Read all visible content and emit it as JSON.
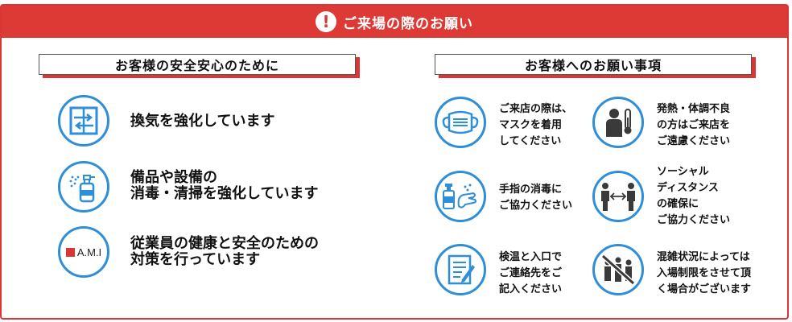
{
  "banner": {
    "icon": "!",
    "title": "ご来場の際のお願い"
  },
  "left": {
    "heading": "お客様の安全安心のために",
    "items": [
      {
        "icon": "window-ventilation-icon",
        "text": "換気を強化しています"
      },
      {
        "icon": "spray-bottle-icon",
        "text": "備品や設備の\n消毒・清掃を強化しています"
      },
      {
        "icon": "ami-logo-icon",
        "logo_text": "A.M.I",
        "text": "従業員の健康と安全のための\n対策を行っています"
      }
    ]
  },
  "right": {
    "heading": "お客様へのお願い事項",
    "items": [
      {
        "icon": "mask-icon",
        "text": "ご来店の際は、\nマスクを着用\nしてください"
      },
      {
        "icon": "fever-thermometer-icon",
        "text": "発熱・体調不良\nの方はご来店を\nご遠慮ください"
      },
      {
        "icon": "hand-sanitizer-icon",
        "text": "手指の消毒に\nご協力ください"
      },
      {
        "icon": "social-distance-icon",
        "text": "ソーシャル\nディスタンス\nの確保に\nご協力ください"
      },
      {
        "icon": "checklist-icon",
        "text": "検温と入口で\nご連絡先をご\n記入ください"
      },
      {
        "icon": "no-crowd-icon",
        "text": "混雑状況によっては\n入場制限をさせて頂\nく場合がございます"
      }
    ]
  },
  "colors": {
    "accent_red": "#dd3a36",
    "icon_blue": "#2e8ed8"
  }
}
